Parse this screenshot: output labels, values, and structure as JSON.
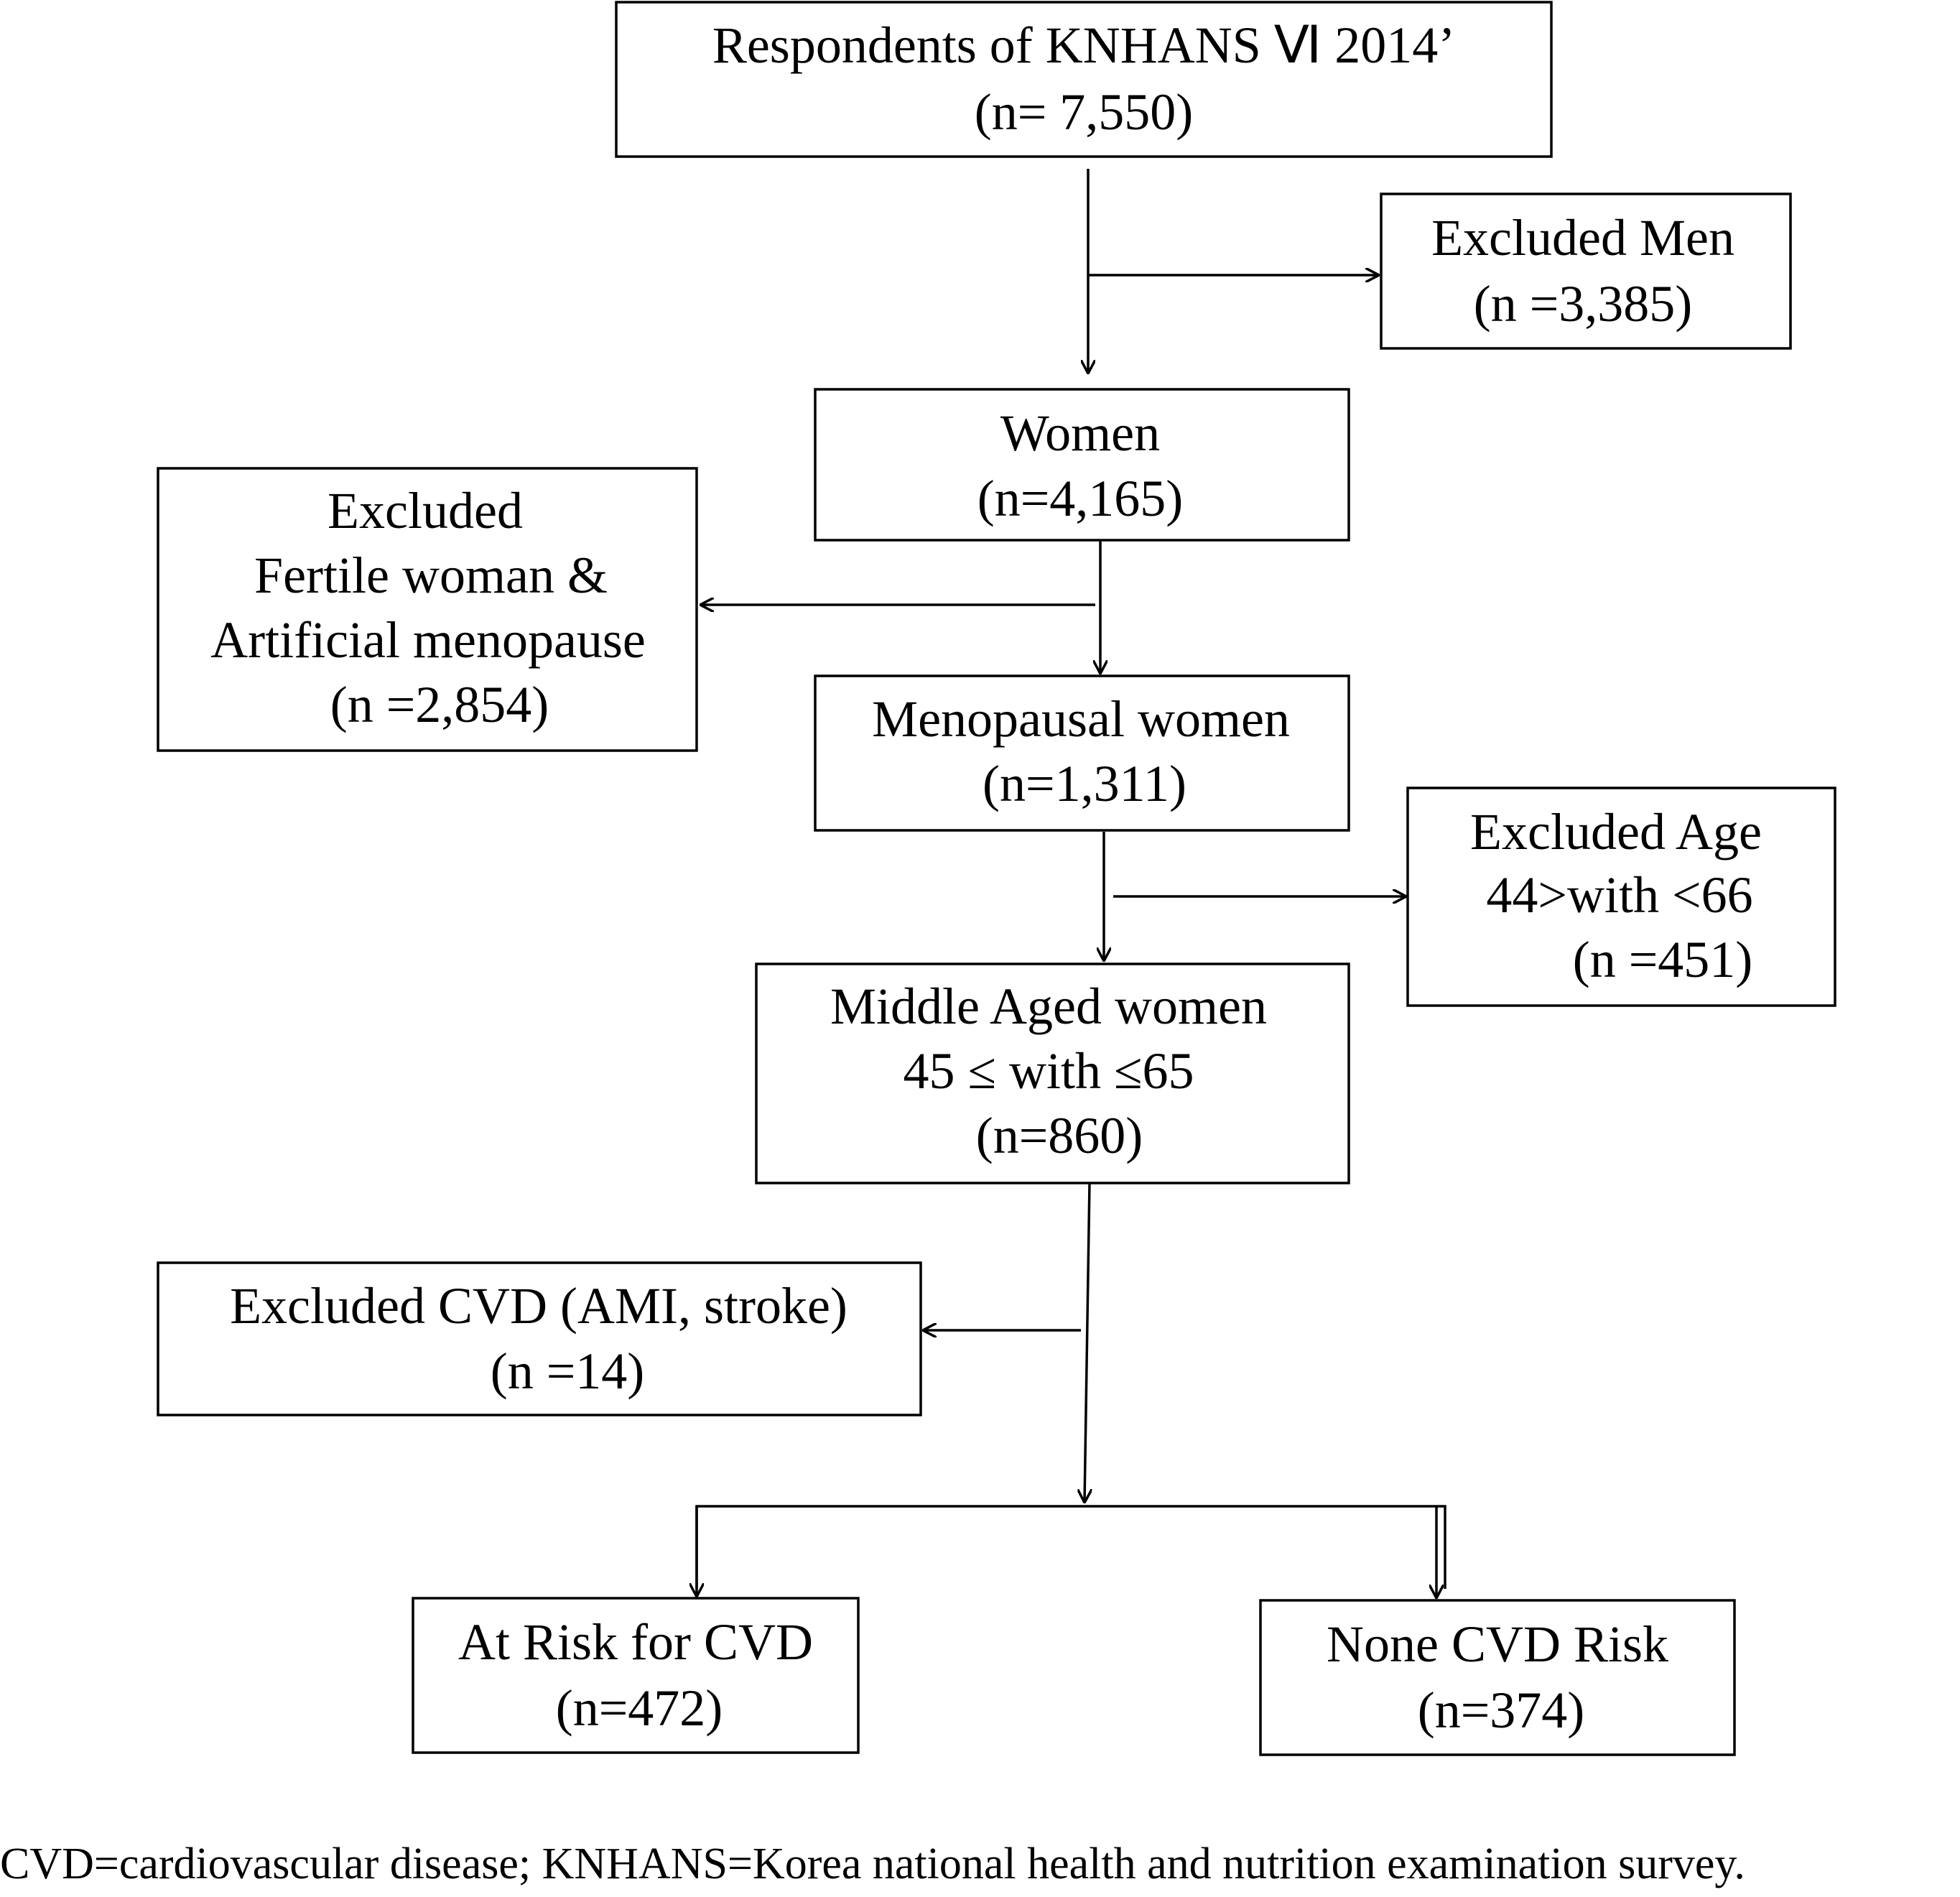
{
  "boxes": {
    "respondents": {
      "line1": "Respondents of  KNHANS Ⅵ 2014’",
      "line2": "(n= 7,550)"
    },
    "excluded_men": {
      "line1": "Excluded Men",
      "line2": "(n =3,385)"
    },
    "women": {
      "line1": "Women",
      "line2": "(n=4,165)"
    },
    "excluded_fertile": {
      "line1": "Excluded",
      "line2": "Fertile  woman &",
      "line3": "Artificial  menopause",
      "line4": "(n =2,854)"
    },
    "menopausal": {
      "line1": "Menopausal women",
      "line2": "(n=1,311)"
    },
    "excluded_age": {
      "line1": "Excluded  Age",
      "line2": "44>with <66",
      "line3": "(n =451)"
    },
    "middle_aged": {
      "line1": "Middle Aged  women",
      "line2": "45 ≤ with ≤65",
      "line3": "(n=860)"
    },
    "excluded_cvd": {
      "line1": "Excluded CVD (AMI, stroke)",
      "line2": "(n =14)"
    },
    "at_risk": {
      "line1": "At Risk for CVD",
      "line2": "(n=472)"
    },
    "none_risk": {
      "line1": "None  CVD  Risk",
      "line2": "(n=374)"
    }
  },
  "caption": "CVD=cardiovascular disease; KNHANS=Korea national health and nutrition examination survey."
}
